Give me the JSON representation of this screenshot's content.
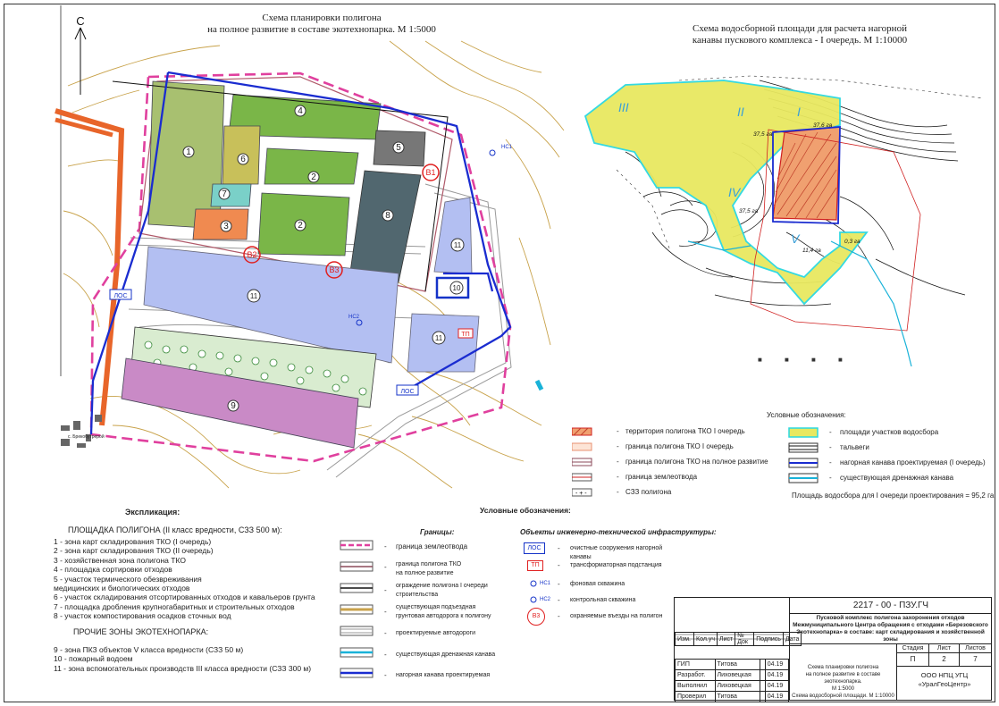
{
  "left_map": {
    "title": "Схема планировки полигона\nна полное развитие в составе экотехнопарка. М 1:5000",
    "north_label": "С",
    "zones": [
      {
        "id": "1",
        "label": "1"
      },
      {
        "id": "2a",
        "label": "2"
      },
      {
        "id": "2b",
        "label": "2"
      },
      {
        "id": "3",
        "label": "3"
      },
      {
        "id": "4",
        "label": "4"
      },
      {
        "id": "5",
        "label": "5"
      },
      {
        "id": "6",
        "label": "6"
      },
      {
        "id": "7",
        "label": "7"
      },
      {
        "id": "8",
        "label": "8"
      },
      {
        "id": "9",
        "label": "9"
      },
      {
        "id": "10",
        "label": "10"
      },
      {
        "id": "11a",
        "label": "11"
      },
      {
        "id": "11b",
        "label": "11"
      },
      {
        "id": "11c",
        "label": "11"
      }
    ],
    "entries": [
      "В1",
      "В2",
      "В3"
    ],
    "los": [
      "ЛОС",
      "ЛОС"
    ],
    "tp": "ТП",
    "wells": [
      "НС1",
      "НС2"
    ],
    "village_label": "с. Брекобутрерой"
  },
  "right_map": {
    "title": "Схема водосборной площади для расчета нагорной\nканавы пускового комплекса - I очередь. М 1:10000",
    "basins": [
      "III",
      "II",
      "I",
      "IV",
      "V"
    ],
    "area_labels": [
      "37,5 га",
      "37,6 га",
      "37,5 га",
      "11,4 га",
      "0,3 га"
    ]
  },
  "right_legend": {
    "title": "Условные обозначения:",
    "left_items": [
      {
        "key": "tko",
        "text": "территория полигона ТКО I очередь"
      },
      {
        "key": "tko_border",
        "text": "граница полигона ТКО I очередь"
      },
      {
        "key": "tko_full",
        "text": "граница полигона ТКО на полное развитие"
      },
      {
        "key": "land",
        "text": "граница землеотвода"
      },
      {
        "key": "szz",
        "text": "СЗЗ полигона"
      }
    ],
    "right_items": [
      {
        "key": "basin",
        "text": "площади участков водосбора"
      },
      {
        "key": "talweg",
        "text": "тальвеги"
      },
      {
        "key": "ditch",
        "text": "нагорная канава проектируемая (I очередь)"
      },
      {
        "key": "drain",
        "text": "существующая дренажная канава"
      }
    ],
    "area_note": "Площадь водосбора для I очереди проектирования = 95,2 га"
  },
  "explication": {
    "title": "Экспликация:",
    "sub1": "ПЛОЩАДКА ПОЛИГОНА (II класс вредности, СЗЗ 500 м):",
    "items1": [
      "1 - зона карт складирования ТКО (I очередь)",
      "2 - зона карт складирования ТКО (II очередь)",
      "3 - хозяйственная зона полигона ТКО",
      "4 - площадка сортировки отходов",
      "5 - участок термического обезвреживания",
      "медицинских и биологических отходов",
      "6 - участок складирования отсортированных отходов и кавальеров грунта",
      "7 - площадка дробления крупногабаритных и строительных отходов",
      "8 - участок компостирования осадков сточных вод"
    ],
    "sub2": "ПРОЧИЕ ЗОНЫ ЭКОТЕХНОПАРКА:",
    "items2": [
      "9 - зона ПКЗ объектов V класса вредности (СЗЗ 50 м)",
      "10 - пожарный водоем",
      "11 - зона вспомогательных производств III класса вредности (СЗЗ 300 м)"
    ]
  },
  "bottom_legend": {
    "title": "Условные обозначения:",
    "borders_title": "Границы:",
    "borders": [
      {
        "key": "land",
        "text": "граница землеотвода"
      },
      {
        "key": "full",
        "text": "граница полигона ТКО\nна полное развитие"
      },
      {
        "key": "fence",
        "text": "ограждение полигона I очереди\nстроительства"
      },
      {
        "key": "road_exist",
        "text": "существующая подъездная\nгрунтовая автодорога к полигону"
      },
      {
        "key": "road_proj",
        "text": "проектируемые автодороги"
      },
      {
        "key": "drain",
        "text": "существующая дренажная канава"
      },
      {
        "key": "ditch",
        "text": "нагорная канава проектируемая"
      }
    ],
    "infra_title": "Объекты инженерно-технической инфраструктуры:",
    "infra": [
      {
        "sym": "ЛОС",
        "text": "очистные сооружения нагорной канавы"
      },
      {
        "sym": "ТП",
        "text": "трансформаторная подстанция"
      },
      {
        "sym": "НС1",
        "text": "фоновая скважина"
      },
      {
        "sym": "НС2",
        "text": "контрольная скважина"
      },
      {
        "sym": "В3",
        "text": "охраняемые въезды на полигон"
      }
    ]
  },
  "stamp": {
    "code": "2217 - 00 - ПЗУ.ГЧ",
    "project": "Пусковой комплекс полигона захоронения отходов Межмуниципального Центра обращения с отходами «Березовского Экотехнопарка» в составе: карт складирования и хозяйственной зоны",
    "stage_h": "Стадия",
    "sheet_h": "Лист",
    "sheets_h": "Листов",
    "stage": "П",
    "sheet": "2",
    "sheets": "7",
    "cols": [
      "Изм.",
      "Кол.уч",
      "Лист",
      "№ Док",
      "Подпись",
      "Дата"
    ],
    "rows": [
      {
        "role": "ГИП",
        "name": "Титова",
        "date": "04.19"
      },
      {
        "role": "Разработ.",
        "name": "Лиховецкая",
        "date": "04.19"
      },
      {
        "role": "Выполнил",
        "name": "Лиховецкая",
        "date": "04.19"
      },
      {
        "role": "Проверил",
        "name": "Титова",
        "date": "04.19"
      }
    ],
    "drawing_title": "Схема планировки полигона\nна полное развитие в составе экотехнопарка.\nМ 1:5000\nСхема водосборной площади. М 1:10000",
    "org": "ООО НПЦ УГЦ\n«УралГеоЦентр»"
  }
}
